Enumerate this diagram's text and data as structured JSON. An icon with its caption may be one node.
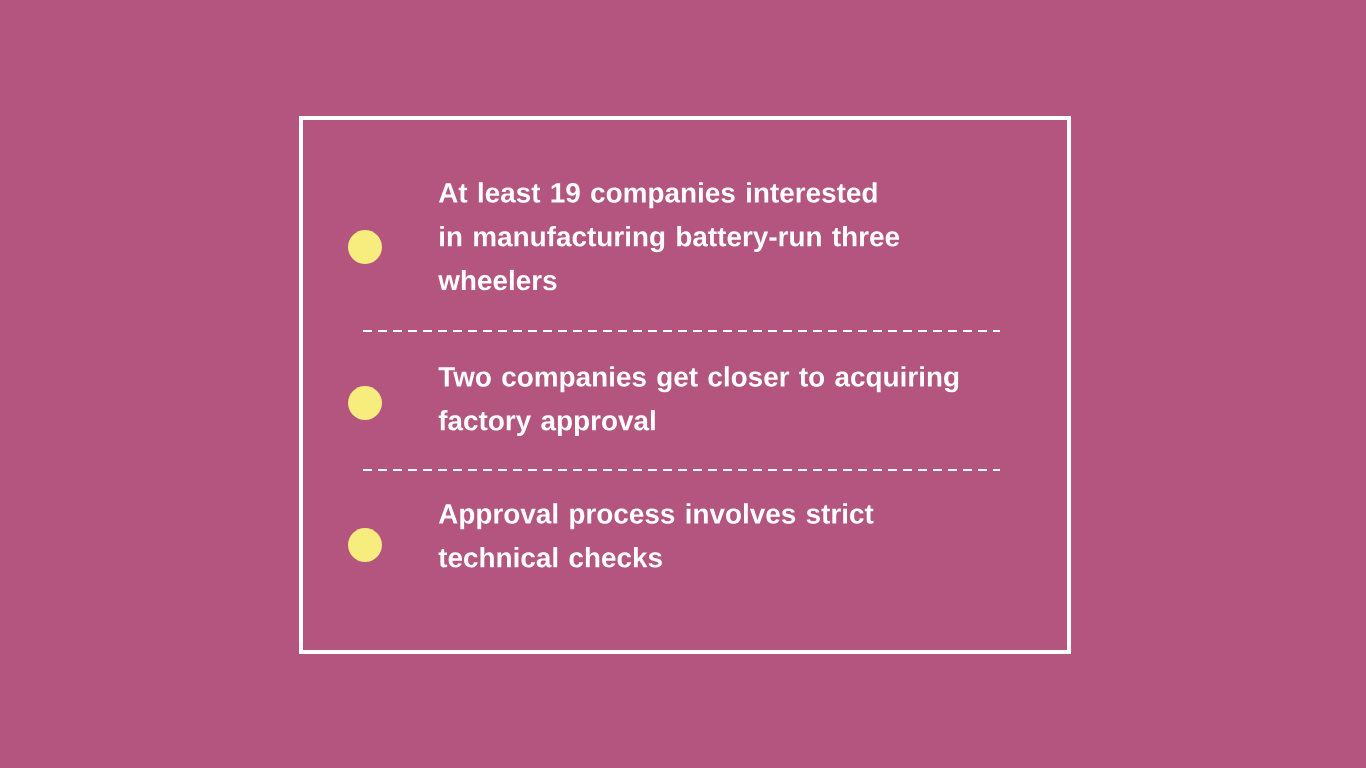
{
  "diagram": {
    "nodes": [
      {
        "text": [
          "At least 19 companies interested in manufacturing battery-run three wheelers",
          "Two companies get closer to acquiring factory approval",
          "Approval process involves strict technical checks"
        ]
      }
    ]
  }
}
